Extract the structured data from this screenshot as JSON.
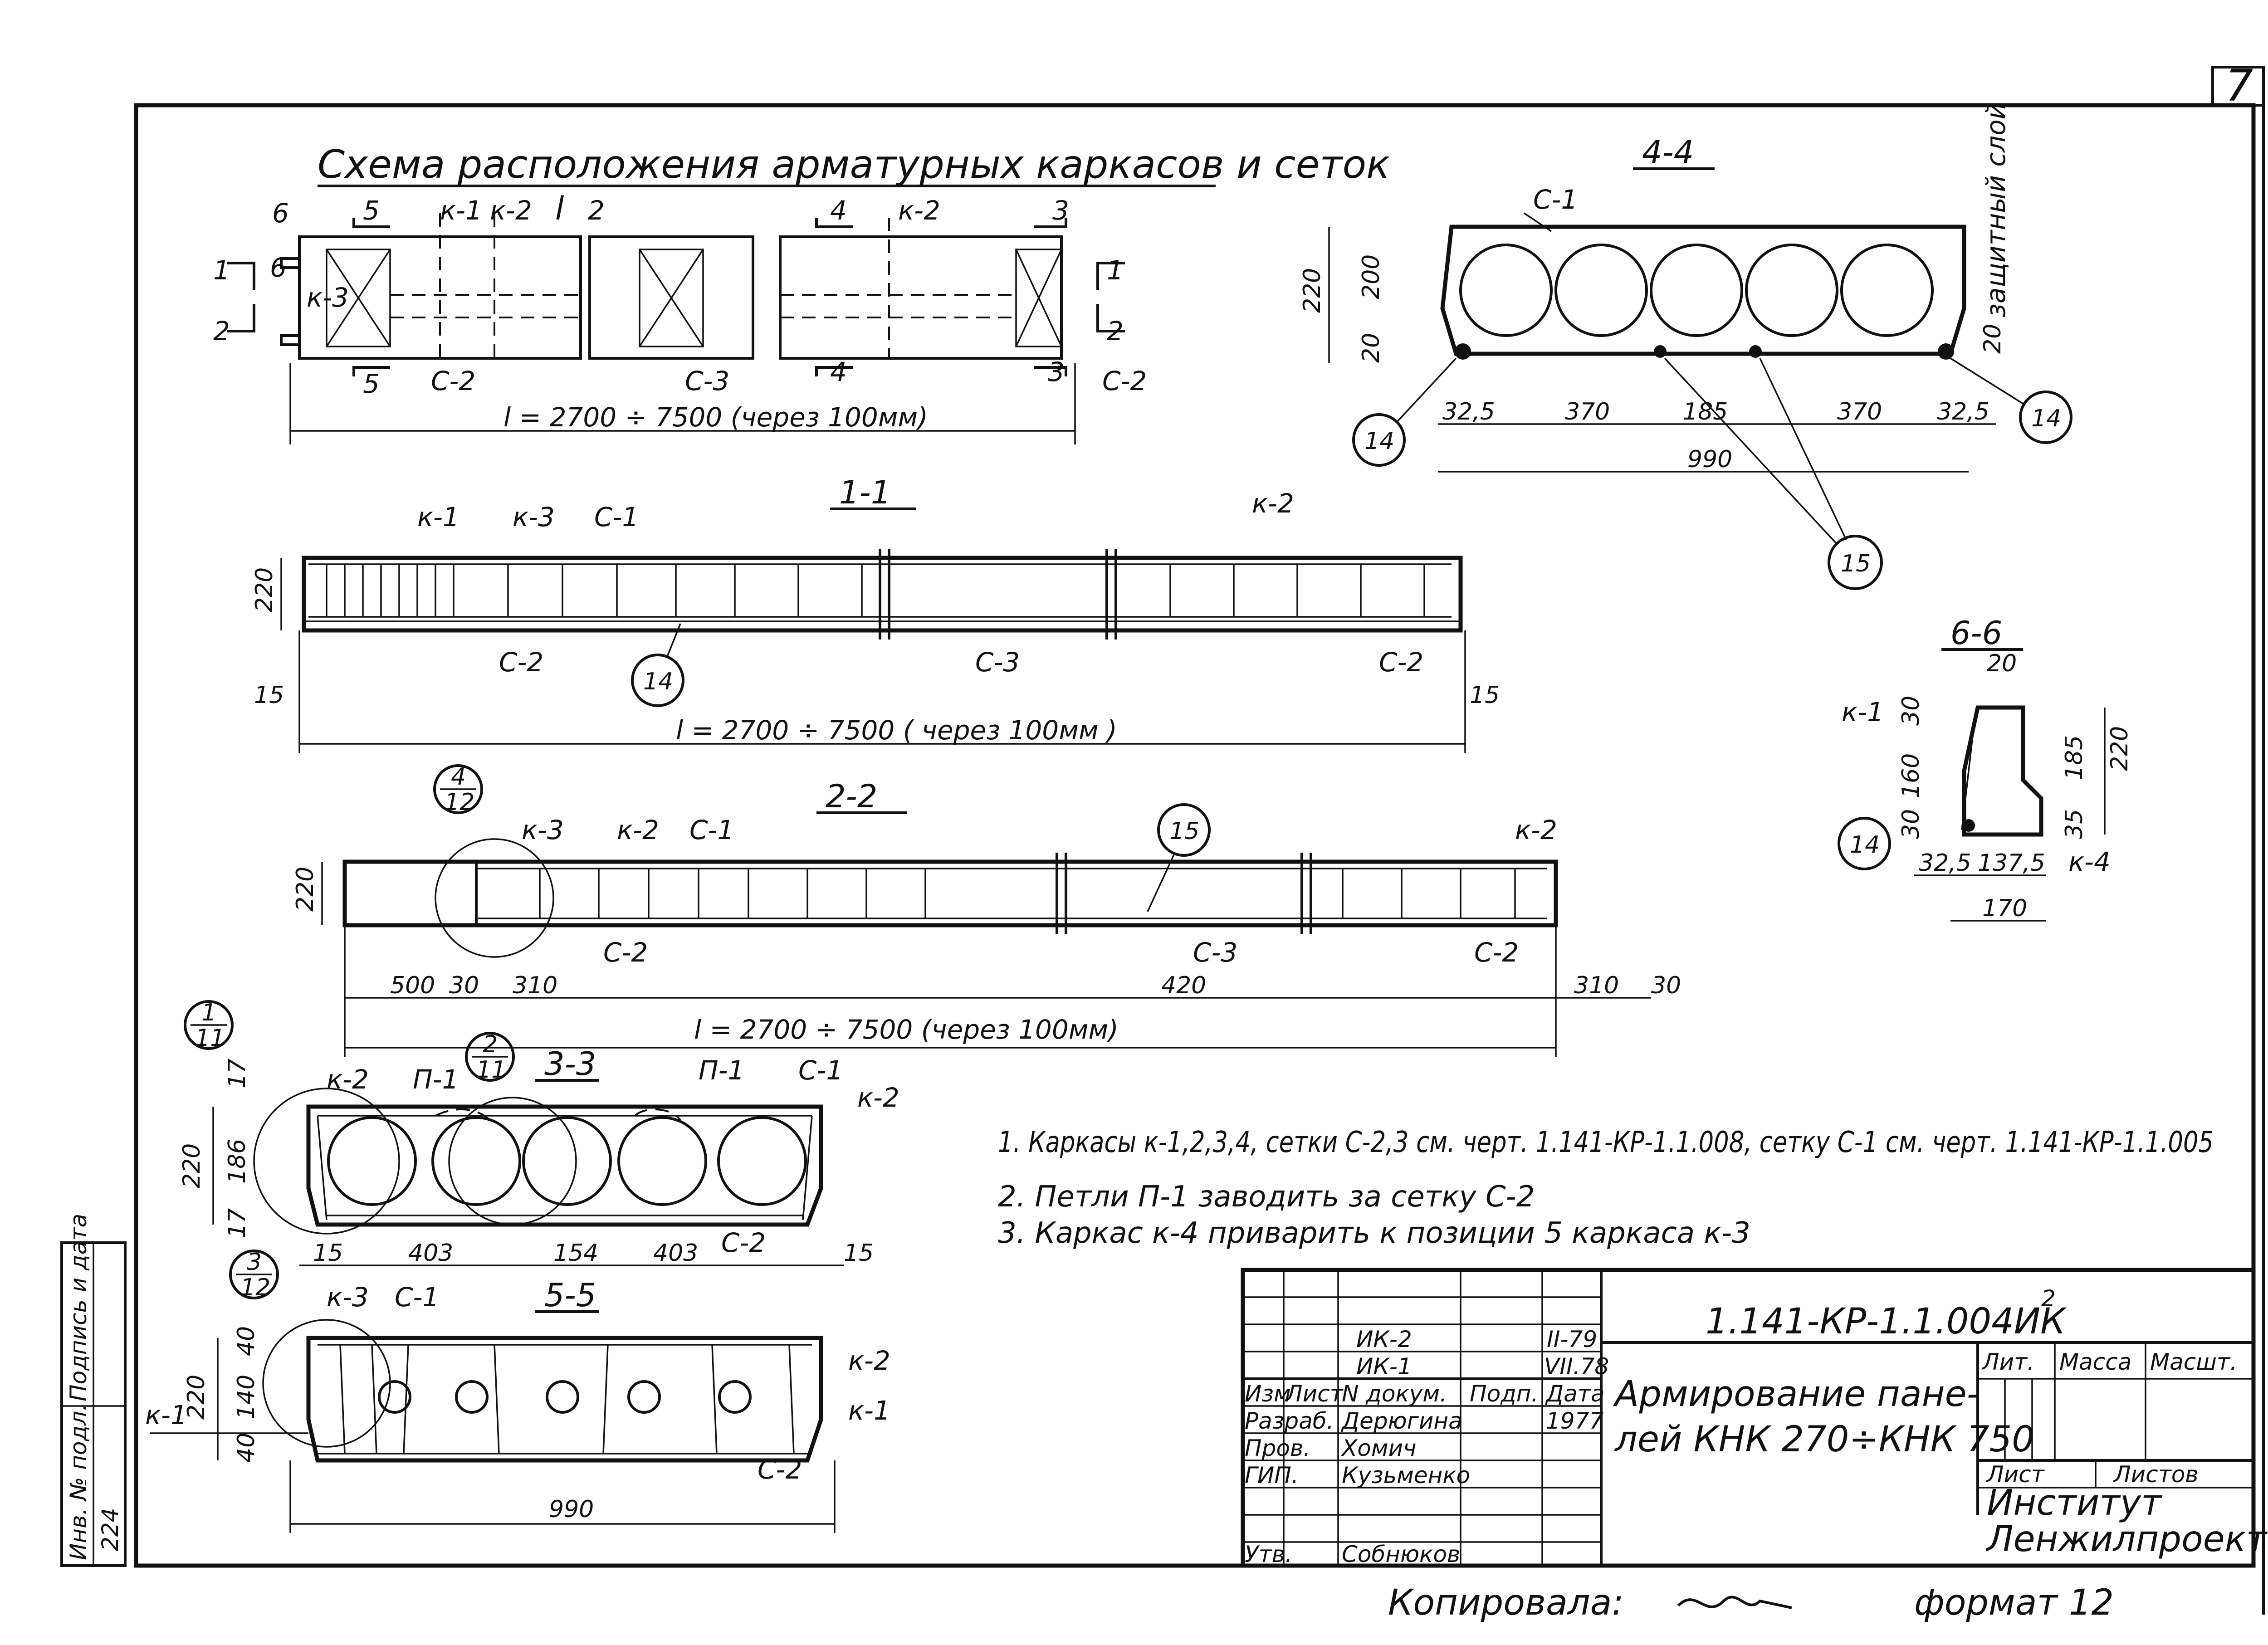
{
  "sheet": {
    "number": "7",
    "copied_by_label": "Копировала:",
    "format": "формат 12",
    "side_stamp": {
      "inv_label": "Инв. № подл.",
      "sign_label": "Подпись и дата",
      "inv_value": "224"
    }
  },
  "scheme": {
    "title": "Схема расположения арматурных каркасов и сеток",
    "labels": [
      "6",
      "6",
      "5",
      "5",
      "к-1",
      "к-2",
      "к-3",
      "l",
      "2",
      "4",
      "4",
      "к-2",
      "3",
      "3",
      "1",
      "1",
      "2",
      "2",
      "С-2",
      "С-3",
      "С-2"
    ],
    "length": "l = 2700 ÷ 7500 (через 100мм)"
  },
  "sec44": {
    "title": "4-4",
    "c1": "С-1",
    "protect": "защитный слой",
    "h220": "220",
    "h200": "200",
    "h20a": "20",
    "h20b": "20",
    "dims": [
      "32,5",
      "370",
      "185",
      "370",
      "32,5"
    ],
    "width": "990",
    "pos14a": "14",
    "pos14b": "14",
    "pos15": "15"
  },
  "sec11": {
    "title": "1-1",
    "labels": [
      "к-1",
      "к-3",
      "С-1",
      "к-2",
      "С-2",
      "С-3",
      "С-2"
    ],
    "h220": "220",
    "d15a": "15",
    "d15b": "15",
    "pos14": "14",
    "length": "l = 2700 ÷ 7500 ( через 100мм )"
  },
  "sec66": {
    "title": "6-6",
    "top20": "20",
    "k1": "к-1",
    "d30a": "30",
    "d160": "160",
    "d30b": "30",
    "d185": "185",
    "d220": "220",
    "d35": "35",
    "k4": "к-4",
    "pos14": "14",
    "dims": [
      "32,5",
      "137,5"
    ],
    "width": "170"
  },
  "sec22": {
    "title": "2-2",
    "callout_num": "4",
    "callout_den": "12",
    "labels": [
      "к-3",
      "к-2",
      "С-1",
      "к-2",
      "С-2",
      "С-3",
      "С-2"
    ],
    "pos15": "15",
    "h220": "220",
    "dims": [
      "500",
      "30",
      "310",
      "420",
      "310",
      "30"
    ],
    "length": "l = 2700 ÷ 7500 (через 100мм)"
  },
  "sec33": {
    "title": "3-3",
    "callout1_num": "1",
    "callout1_den": "11",
    "callout2_num": "2",
    "callout2_den": "11",
    "labels": [
      "к-2",
      "П-1",
      "П-1",
      "С-1",
      "к-2",
      "С-2"
    ],
    "h220": "220",
    "h186": "186",
    "h17a": "17",
    "h17b": "17",
    "dims": [
      "15",
      "403",
      "154",
      "403",
      "15"
    ]
  },
  "sec55": {
    "title": "5-5",
    "callout_num": "3",
    "callout_den": "12",
    "labels": [
      "к-3",
      "С-1",
      "к-2",
      "к-1",
      "к-1",
      "С-2"
    ],
    "h220": "220",
    "h40a": "40",
    "h140": "140",
    "h40b": "40",
    "width": "990"
  },
  "notes": [
    "1. Каркасы к-1,2,3,4, сетки С-2,3 см. черт. 1.141-КР-1.1.008, сетку С-1 см. черт. 1.141-КР-1.1.005",
    "2. Петли П-1 заводить за сетку С-2",
    "3. Каркас к-4 приварить к позиции 5 каркаса к-3"
  ],
  "titleblock": {
    "code": "1.141-КР-1.1.004ИК",
    "code_sup": "2",
    "rev2": "ИК-2",
    "rev2_date": "II-79",
    "rev1": "ИК-1",
    "rev1_date": "VII.78",
    "head": [
      "Изм",
      "Лист",
      "N докум.",
      "Подп.",
      "Дата"
    ],
    "roles": [
      "Разраб.",
      "Пров.",
      "ГИП."
    ],
    "names": [
      "Дерюгина",
      "Хомич",
      "Кузьменко"
    ],
    "date1": "1977",
    "approve_role": "Утв.",
    "approve_name": "Собнюков",
    "title_line1": "Армирование пане-",
    "title_line2": "лей КНК 270÷КНК 750",
    "lit": "Лит.",
    "mass": "Масса",
    "scale": "Масшт.",
    "list": "Лист",
    "lists": "Листов",
    "org1": "Институт",
    "org2": "Ленжилпроект"
  },
  "colors": {
    "ink": "#111111",
    "paper": "#ffffff"
  }
}
